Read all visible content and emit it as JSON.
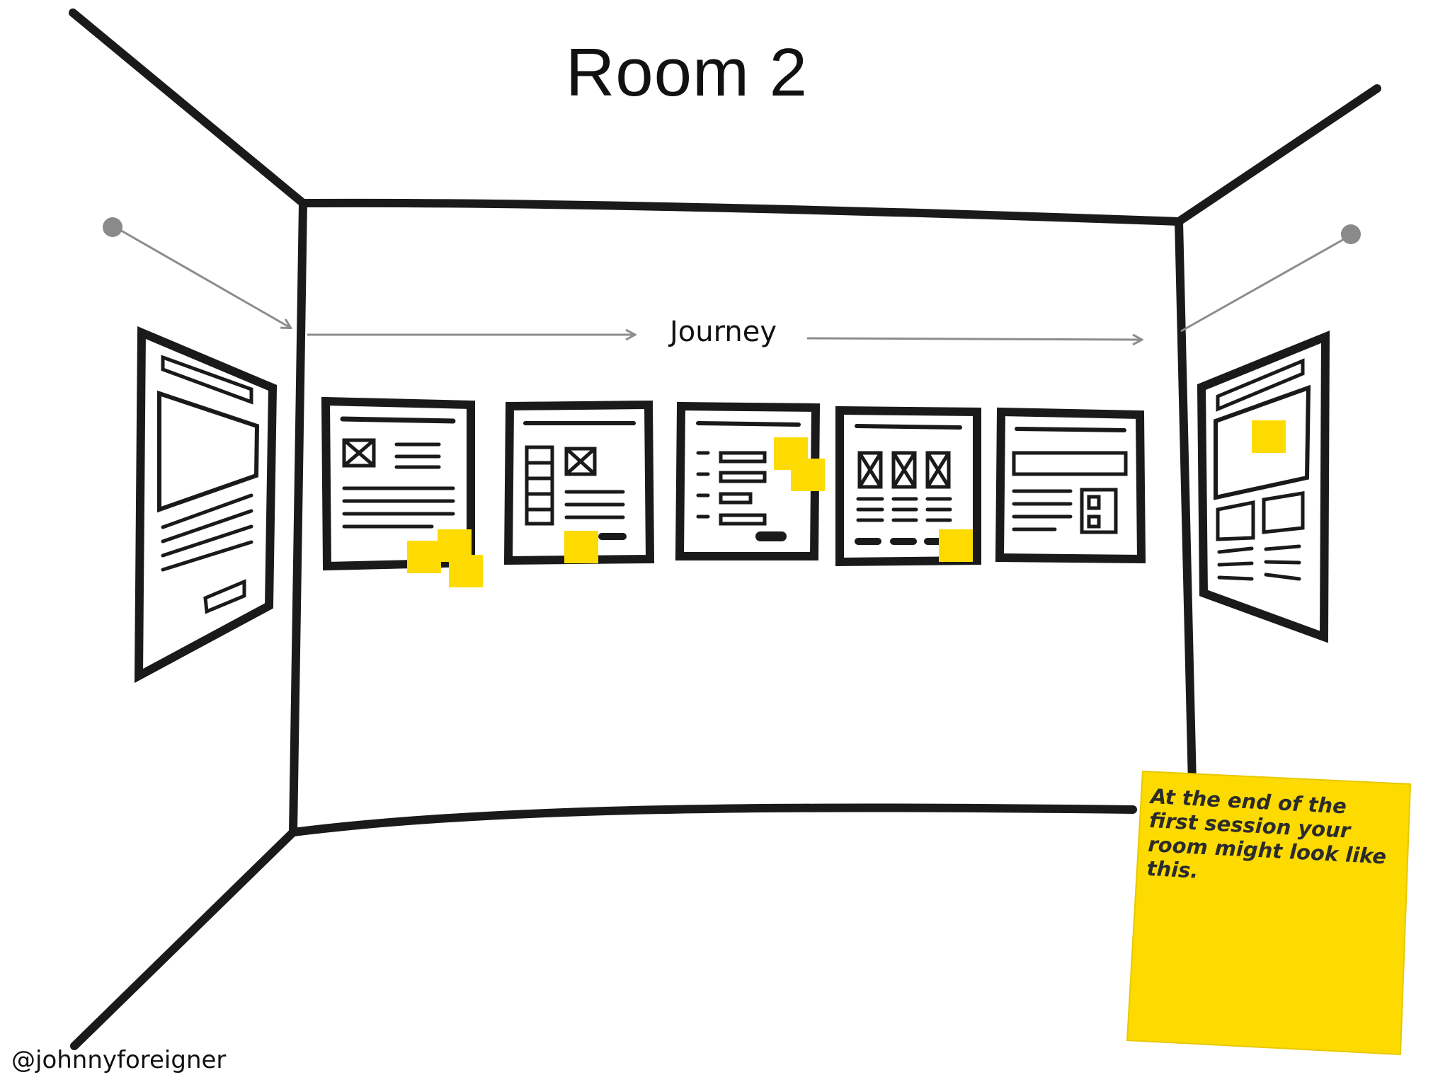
{
  "title": "Room 2",
  "journey_label": "Journey",
  "credit": "@johnnyforeigner",
  "sticky_note": "At the end of the first session your room might look like this.",
  "colors": {
    "ink": "#1a1a1a",
    "sticky": "#fddb00",
    "arrow": "#8c8c8c",
    "pin": "#8a8a8a"
  }
}
